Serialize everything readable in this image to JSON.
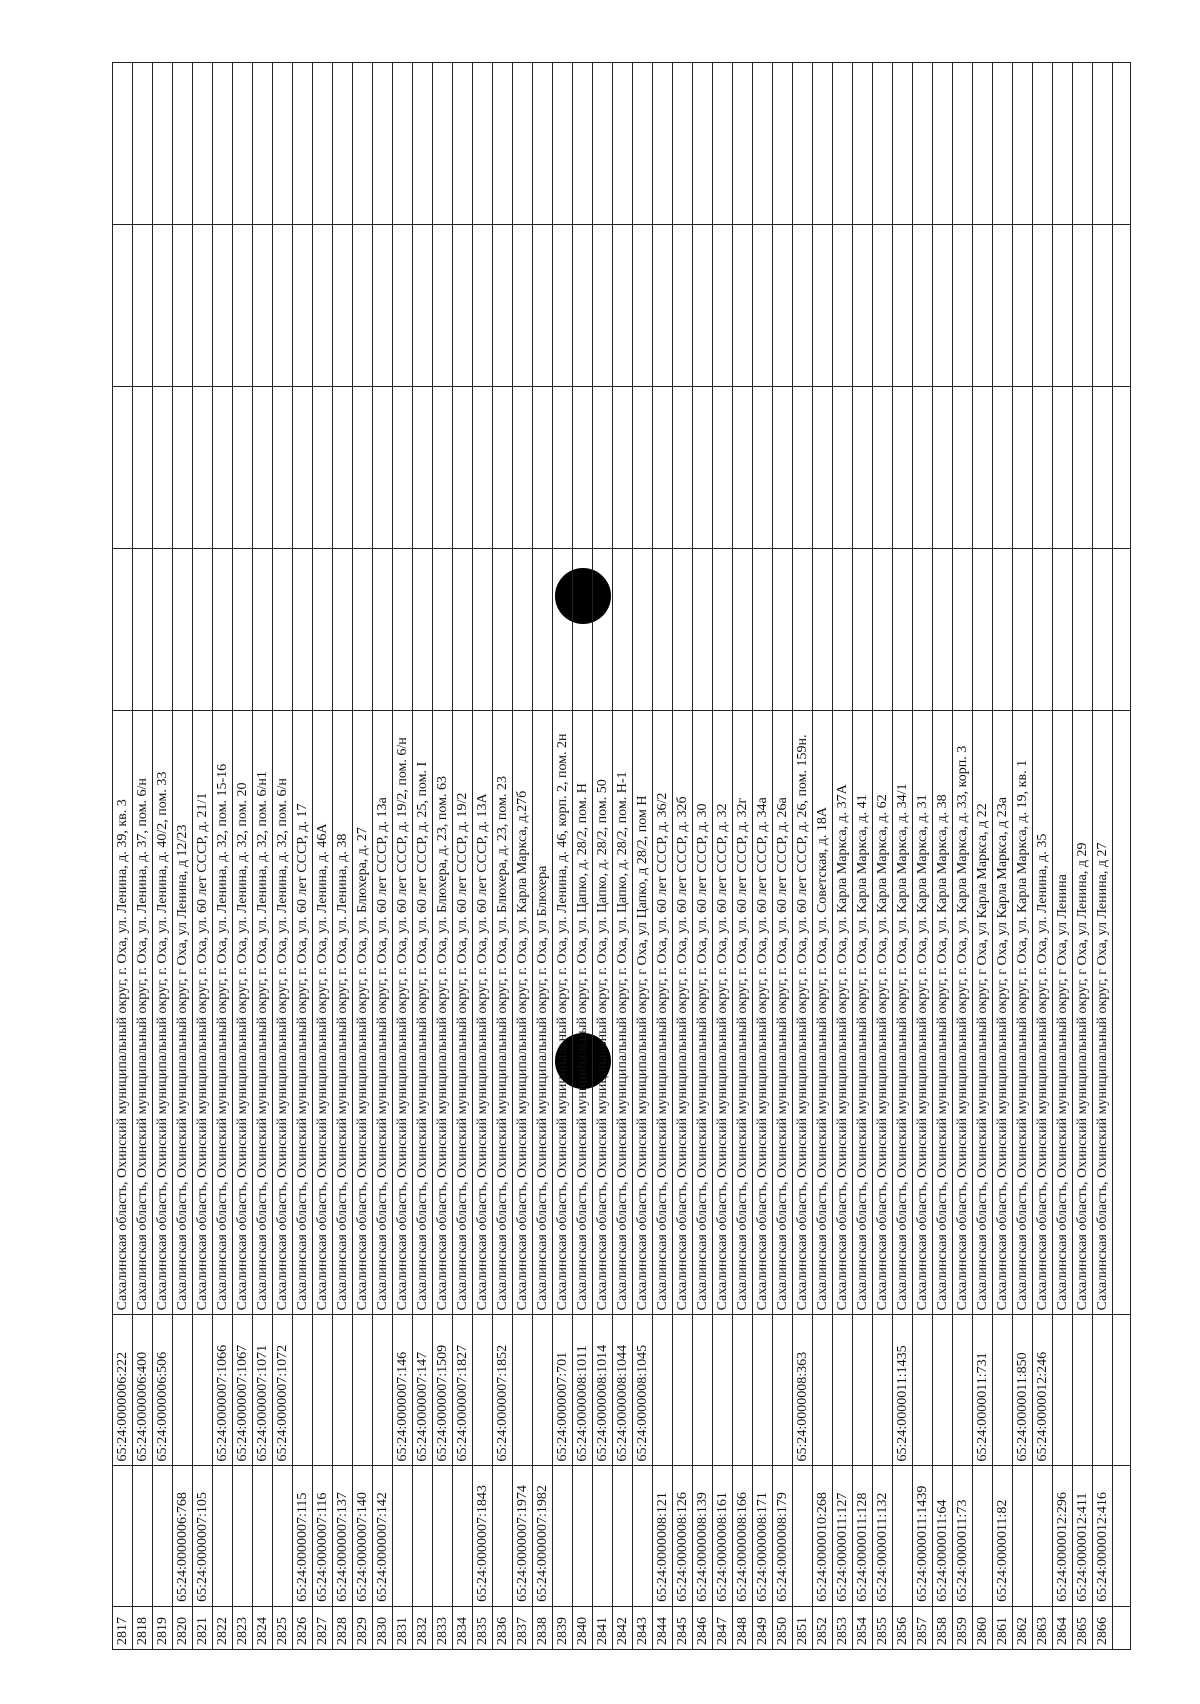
{
  "register": {
    "rows": [
      {
        "num": "2817",
        "cad1": "",
        "cad2": "65:24:0000006:222",
        "address": "Сахалинская область, Охинский муниципальный округ, г. Оха, ул. Ленина, д. 39, кв. 3"
      },
      {
        "num": "2818",
        "cad1": "",
        "cad2": "65:24:0000006:400",
        "address": "Сахалинская область, Охинский муниципальный округ, г. Оха, ул. Ленина, д. 37, пом. 6/н"
      },
      {
        "num": "2819",
        "cad1": "",
        "cad2": "65:24:0000006:506",
        "address": "Сахалинская область, Охинский муниципальный округ, г. Оха, ул. Ленина, д. 40/2, пом. 33"
      },
      {
        "num": "2820",
        "cad1": "65:24:0000006:768",
        "cad2": "",
        "address": "Сахалинская область, Охинский муниципальный округ, г Оха, ул Ленина, д 12/23"
      },
      {
        "num": "2821",
        "cad1": "65:24:0000007:105",
        "cad2": "",
        "address": "Сахалинская область, Охинский муниципальный округ, г. Оха, ул. 60 лет СССР, д. 21/1"
      },
      {
        "num": "2822",
        "cad1": "",
        "cad2": "65:24:0000007:1066",
        "address": "Сахалинская область, Охинский муниципальный округ, г. Оха, ул. Ленина, д. 32, пом. 15-16"
      },
      {
        "num": "2823",
        "cad1": "",
        "cad2": "65:24:0000007:1067",
        "address": "Сахалинская область, Охинский муниципальный округ, г. Оха, ул. Ленина, д. 32, пом. 20"
      },
      {
        "num": "2824",
        "cad1": "",
        "cad2": "65:24:0000007:1071",
        "address": "Сахалинская область, Охинский муниципальный округ, г. Оха, ул. Ленина, д. 32, пом. 6/н1"
      },
      {
        "num": "2825",
        "cad1": "",
        "cad2": "65:24:0000007:1072",
        "address": "Сахалинская область, Охинский муниципальный округ, г. Оха, ул. Ленина, д. 32, пом. 6/н"
      },
      {
        "num": "2826",
        "cad1": "65:24:0000007:115",
        "cad2": "",
        "address": "Сахалинская область, Охинский муниципальный округ, г. Оха, ул. 60 лет СССР, д. 17"
      },
      {
        "num": "2827",
        "cad1": "65:24:0000007:116",
        "cad2": "",
        "address": "Сахалинская область, Охинский муниципальный округ, г. Оха, ул. Ленина, д. 46А"
      },
      {
        "num": "2828",
        "cad1": "65:24:0000007:137",
        "cad2": "",
        "address": "Сахалинская область, Охинский муниципальный округ, г. Оха, ул. Ленина, д. 38"
      },
      {
        "num": "2829",
        "cad1": "65:24:0000007:140",
        "cad2": "",
        "address": "Сахалинская область, Охинский муниципальный округ, г. Оха, ул. Блюхера, д. 27"
      },
      {
        "num": "2830",
        "cad1": "65:24:0000007:142",
        "cad2": "",
        "address": "Сахалинская область, Охинский муниципальный округ, г. Оха, ул. 60 лет СССР, д. 13а"
      },
      {
        "num": "2831",
        "cad1": "",
        "cad2": "65:24:0000007:146",
        "address": "Сахалинская область, Охинский муниципальный округ, г. Оха, ул. 60 лет СССР, д. 19/2, пом. 6/н"
      },
      {
        "num": "2832",
        "cad1": "",
        "cad2": "65:24:0000007:147",
        "address": "Сахалинская область, Охинский муниципальный округ, г. Оха, ул. 60 лет СССР, д. 25, пом. I"
      },
      {
        "num": "2833",
        "cad1": "",
        "cad2": "65:24:0000007:1509",
        "address": "Сахалинская область, Охинский муниципальный округ, г. Оха, ул. Блюхера, д. 23, пом. 63"
      },
      {
        "num": "2834",
        "cad1": "",
        "cad2": "65:24:0000007:1827",
        "address": "Сахалинская область, Охинский муниципальный округ, г. Оха, ул. 60 лет СССР, д. 19/2"
      },
      {
        "num": "2835",
        "cad1": "65:24:0000007:1843",
        "cad2": "",
        "address": "Сахалинская область, Охинский муниципальный округ, г. Оха, ул. 60 лет СССР, д. 13А"
      },
      {
        "num": "2836",
        "cad1": "",
        "cad2": "65:24:0000007:1852",
        "address": "Сахалинская область, Охинский муниципальный округ, г. Оха, ул. Блюхера, д. 23, пом. 23"
      },
      {
        "num": "2837",
        "cad1": "65:24:0000007:1974",
        "cad2": "",
        "address": "Сахалинская область, Охинский муниципальный округ, г. Оха, ул. Карла Маркса, д.27б"
      },
      {
        "num": "2838",
        "cad1": "65:24:0000007:1982",
        "cad2": "",
        "address": "Сахалинская область, Охинский муниципальный округ, г. Оха, ул Блюхера"
      },
      {
        "num": "2839",
        "cad1": "",
        "cad2": "65:24:0000007:701",
        "address": "Сахалинская область, Охинский муниципальный округ, г. Оха, ул. Ленина, д. 46, корп. 2, пом. 2н"
      },
      {
        "num": "2840",
        "cad1": "",
        "cad2": "65:24:0000008:1011",
        "address": "Сахалинская область, Охинский муниципальный округ, г. Оха, ул. Цапко, д. 28/2, пом. Н"
      },
      {
        "num": "2841",
        "cad1": "",
        "cad2": "65:24:0000008:1014",
        "address": "Сахалинская область, Охинский муниципальный округ, г. Оха, ул. Цапко, д. 28/2, пом. 50"
      },
      {
        "num": "2842",
        "cad1": "",
        "cad2": "65:24:0000008:1044",
        "address": "Сахалинская область, Охинский муниципальный округ, г. Оха, ул. Цапко, д. 28/2, пом. Н-1"
      },
      {
        "num": "2843",
        "cad1": "",
        "cad2": "65:24:0000008:1045",
        "address": "Сахалинская область, Охинский муниципальный округ, г Оха, ул Цапко, д 28/2, пом Н"
      },
      {
        "num": "2844",
        "cad1": "65:24:0000008:121",
        "cad2": "",
        "address": "Сахалинская область, Охинский муниципальный округ, г. Оха, ул. 60 лет СССР, д. 36/2"
      },
      {
        "num": "2845",
        "cad1": "65:24:0000008:126",
        "cad2": "",
        "address": "Сахалинская область, Охинский муниципальный округ, г. Оха, ул. 60 лет СССР, д. 32б"
      },
      {
        "num": "2846",
        "cad1": "65:24:0000008:139",
        "cad2": "",
        "address": "Сахалинская область, Охинский муниципальный округ, г. Оха, ул. 60 лет СССР, д. 30"
      },
      {
        "num": "2847",
        "cad1": "65:24:0000008:161",
        "cad2": "",
        "address": "Сахалинская область, Охинский муниципальный округ, г. Оха, ул. 60 лет СССР, д. 32"
      },
      {
        "num": "2848",
        "cad1": "65:24:0000008:166",
        "cad2": "",
        "address": "Сахалинская область, Охинский муниципальный округ, г. Оха, ул. 60 лет СССР, д. 32г"
      },
      {
        "num": "2849",
        "cad1": "65:24:0000008:171",
        "cad2": "",
        "address": "Сахалинская область, Охинский муниципальный округ, г. Оха, ул. 60 лет СССР, д. 34а"
      },
      {
        "num": "2850",
        "cad1": "65:24:0000008:179",
        "cad2": "",
        "address": "Сахалинская область, Охинский муниципальный округ, г. Оха, ул. 60 лет СССР, д. 26а"
      },
      {
        "num": "2851",
        "cad1": "",
        "cad2": "65:24:0000008:363",
        "address": "Сахалинская область, Охинский муниципальный округ, г. Оха, ул. 60 лет СССР, д. 26, пом. 159н."
      },
      {
        "num": "2852",
        "cad1": "65:24:0000010:268",
        "cad2": "",
        "address": "Сахалинская область, Охинский муниципальный округ, г. Оха, ул. Советская, д. 18А"
      },
      {
        "num": "2853",
        "cad1": "65:24:0000011:127",
        "cad2": "",
        "address": "Сахалинская область, Охинский муниципальный округ, г. Оха, ул. Карла Маркса, д. 37А"
      },
      {
        "num": "2854",
        "cad1": "65:24:0000011:128",
        "cad2": "",
        "address": "Сахалинская область, Охинский муниципальный округ, г. Оха, ул. Карла Маркса, д. 41"
      },
      {
        "num": "2855",
        "cad1": "65:24:0000011:132",
        "cad2": "",
        "address": "Сахалинская область, Охинский муниципальный округ, г. Оха, ул. Карла Маркса, д. 62"
      },
      {
        "num": "2856",
        "cad1": "",
        "cad2": "65:24:0000011:1435",
        "address": "Сахалинская область, Охинский муниципальный округ, г. Оха, ул. Карла Маркса, д. 34/1"
      },
      {
        "num": "2857",
        "cad1": "65:24:0000011:1439",
        "cad2": "",
        "address": "Сахалинская область, Охинский муниципальный округ, г. Оха, ул. Карла Маркса, д. 31"
      },
      {
        "num": "2858",
        "cad1": "65:24:0000011:64",
        "cad2": "",
        "address": "Сахалинская область, Охинский муниципальный округ, г. Оха, ул. Карла Маркса, д. 38"
      },
      {
        "num": "2859",
        "cad1": "65:24:0000011:73",
        "cad2": "",
        "address": "Сахалинская область, Охинский муниципальный округ, г. Оха, ул. Карла Маркса, д. 33, корп. 3"
      },
      {
        "num": "2860",
        "cad1": "",
        "cad2": "65:24:0000011:731",
        "address": "Сахалинская область, Охинский муниципальный округ, г Оха, ул Карла Маркса, д 22"
      },
      {
        "num": "2861",
        "cad1": "65:24:0000011:82",
        "cad2": "",
        "address": "Сахалинская область, Охинский муниципальный округ, г Оха, ул Карла Маркса, д 23а"
      },
      {
        "num": "2862",
        "cad1": "",
        "cad2": "65:24:0000011:850",
        "address": "Сахалинская область, Охинский муниципальный округ, г. Оха, ул. Карла Маркса, д. 19, кв. 1"
      },
      {
        "num": "2863",
        "cad1": "",
        "cad2": "65:24:0000012:246",
        "address": "Сахалинская область, Охинский муниципальный округ, г. Оха, ул. Ленина, д. 35"
      },
      {
        "num": "2864",
        "cad1": "65:24:0000012:296",
        "cad2": "",
        "address": "Сахалинская область, Охинский муниципальный округ, г Оха, ул Ленина"
      },
      {
        "num": "2865",
        "cad1": "65:24:0000012:411",
        "cad2": "",
        "address": "Сахалинская область, Охинский муниципальный округ, г Оха, ул Ленина, д 29"
      },
      {
        "num": "2866",
        "cad1": "65:24:0000012:416",
        "cad2": "",
        "address": "Сахалинская область, Охинский муниципальный округ, г Оха, ул Ленина, д 27"
      }
    ]
  }
}
